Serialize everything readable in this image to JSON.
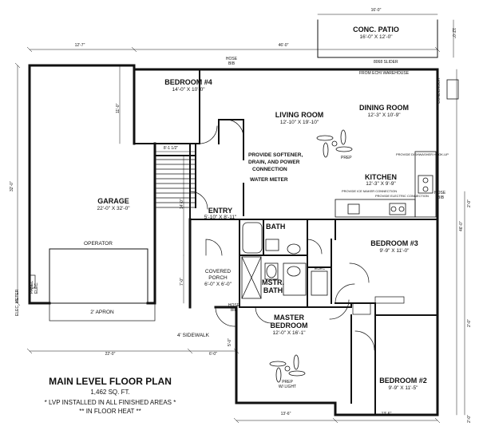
{
  "plan": {
    "title": "MAIN LEVEL FLOOR PLAN",
    "sqft": "1,462 SQ. FT.",
    "note1": "* LVP INSTALLED IN ALL FINISHED AREAS *",
    "note2": "** IN FLOOR HEAT **"
  },
  "rooms": {
    "patio": {
      "name": "CONC. PATIO",
      "size": "16'-0\" X 12'-0\""
    },
    "bedroom4": {
      "name": "BEDROOM #4",
      "size": "14'-0\" X 10'-0\""
    },
    "living": {
      "name": "LIVING ROOM",
      "size": "12'-10\" X 19'-10\""
    },
    "dining": {
      "name": "DINING ROOM",
      "size": "12'-3\" X 10'-9\""
    },
    "kitchen": {
      "name": "KITCHEN",
      "size": "12'-3\" X 9'-9\""
    },
    "garage": {
      "name": "GARAGE",
      "size": "22'-0\" X 32'-0\""
    },
    "entry": {
      "name": "ENTRY",
      "size": "5'-10\" X 8'-11\""
    },
    "bath": {
      "name": "BATH"
    },
    "mstrbath": {
      "name1": "MSTR.",
      "name2": "BATH"
    },
    "bedroom3": {
      "name": "BEDROOM #3",
      "size": "9'-9\" X 11'-0\""
    },
    "porch": {
      "name1": "COVERED",
      "name2": "PORCH",
      "size": "6'-0\" X 6'-0\""
    },
    "master": {
      "name1": "MASTER",
      "name2": "BEDROOM",
      "size": "12'-0\" X 16'-1\""
    },
    "bedroom2": {
      "name": "BEDROOM #2",
      "size": "9'-9\" X 11'-5\""
    }
  },
  "labels": {
    "slider": "8068 SLIDER",
    "warehouse": "FROM ECHI WAREHOUSE",
    "condensor": "CONDENSOR",
    "hosebib1a": "HOSE",
    "hosebib1b": "BIB",
    "hosebib2a": "HOSE",
    "hosebib2b": "BIB",
    "hosebib3a": "HOSE",
    "hosebib3b": "BIB",
    "softener1": "PROVIDE SOFTENER,",
    "softener2": "DRAIN, AND POWER",
    "softener3": "CONNECTION",
    "watermeter": "WATER METER",
    "operator": "OPERATOR",
    "apron": "2' APRON",
    "sidewalk": "4' SIDEWALK",
    "elecmeter": "ELEC. METER",
    "panel": "PANEL",
    "elec": "ELEC.",
    "prep": "PREP",
    "prepw": "PREP",
    "wlight": "W/ LIGHT",
    "elecbath": "ELEC",
    "dw": "PROVIDE DISHWASHER HOOK-UP",
    "icemaker": "PROVIDE ICE MAKER CONNECTION",
    "freezer": "PROVIDE ELECTRIC CONNECTION"
  },
  "dims": {
    "d1": "16'-0\"",
    "d2": "12'-0\"",
    "d3": "12'-7\"",
    "d4": "46'-0\"",
    "d5": "32'-0\"",
    "d6": "11'-0\"",
    "d7": "8'-1 1/2\"",
    "d8": "14'-0\"",
    "d9": "7'-0\"",
    "d10": "5'-0\"",
    "d11": "22'-0\"",
    "d12": "6'-0\"",
    "d13": "13'-6\"",
    "d14": "13'-6\"",
    "d15": "46'-0\"",
    "d16": "2'-0\"",
    "d17": "2'-0\"",
    "d18": "2'-0\""
  }
}
